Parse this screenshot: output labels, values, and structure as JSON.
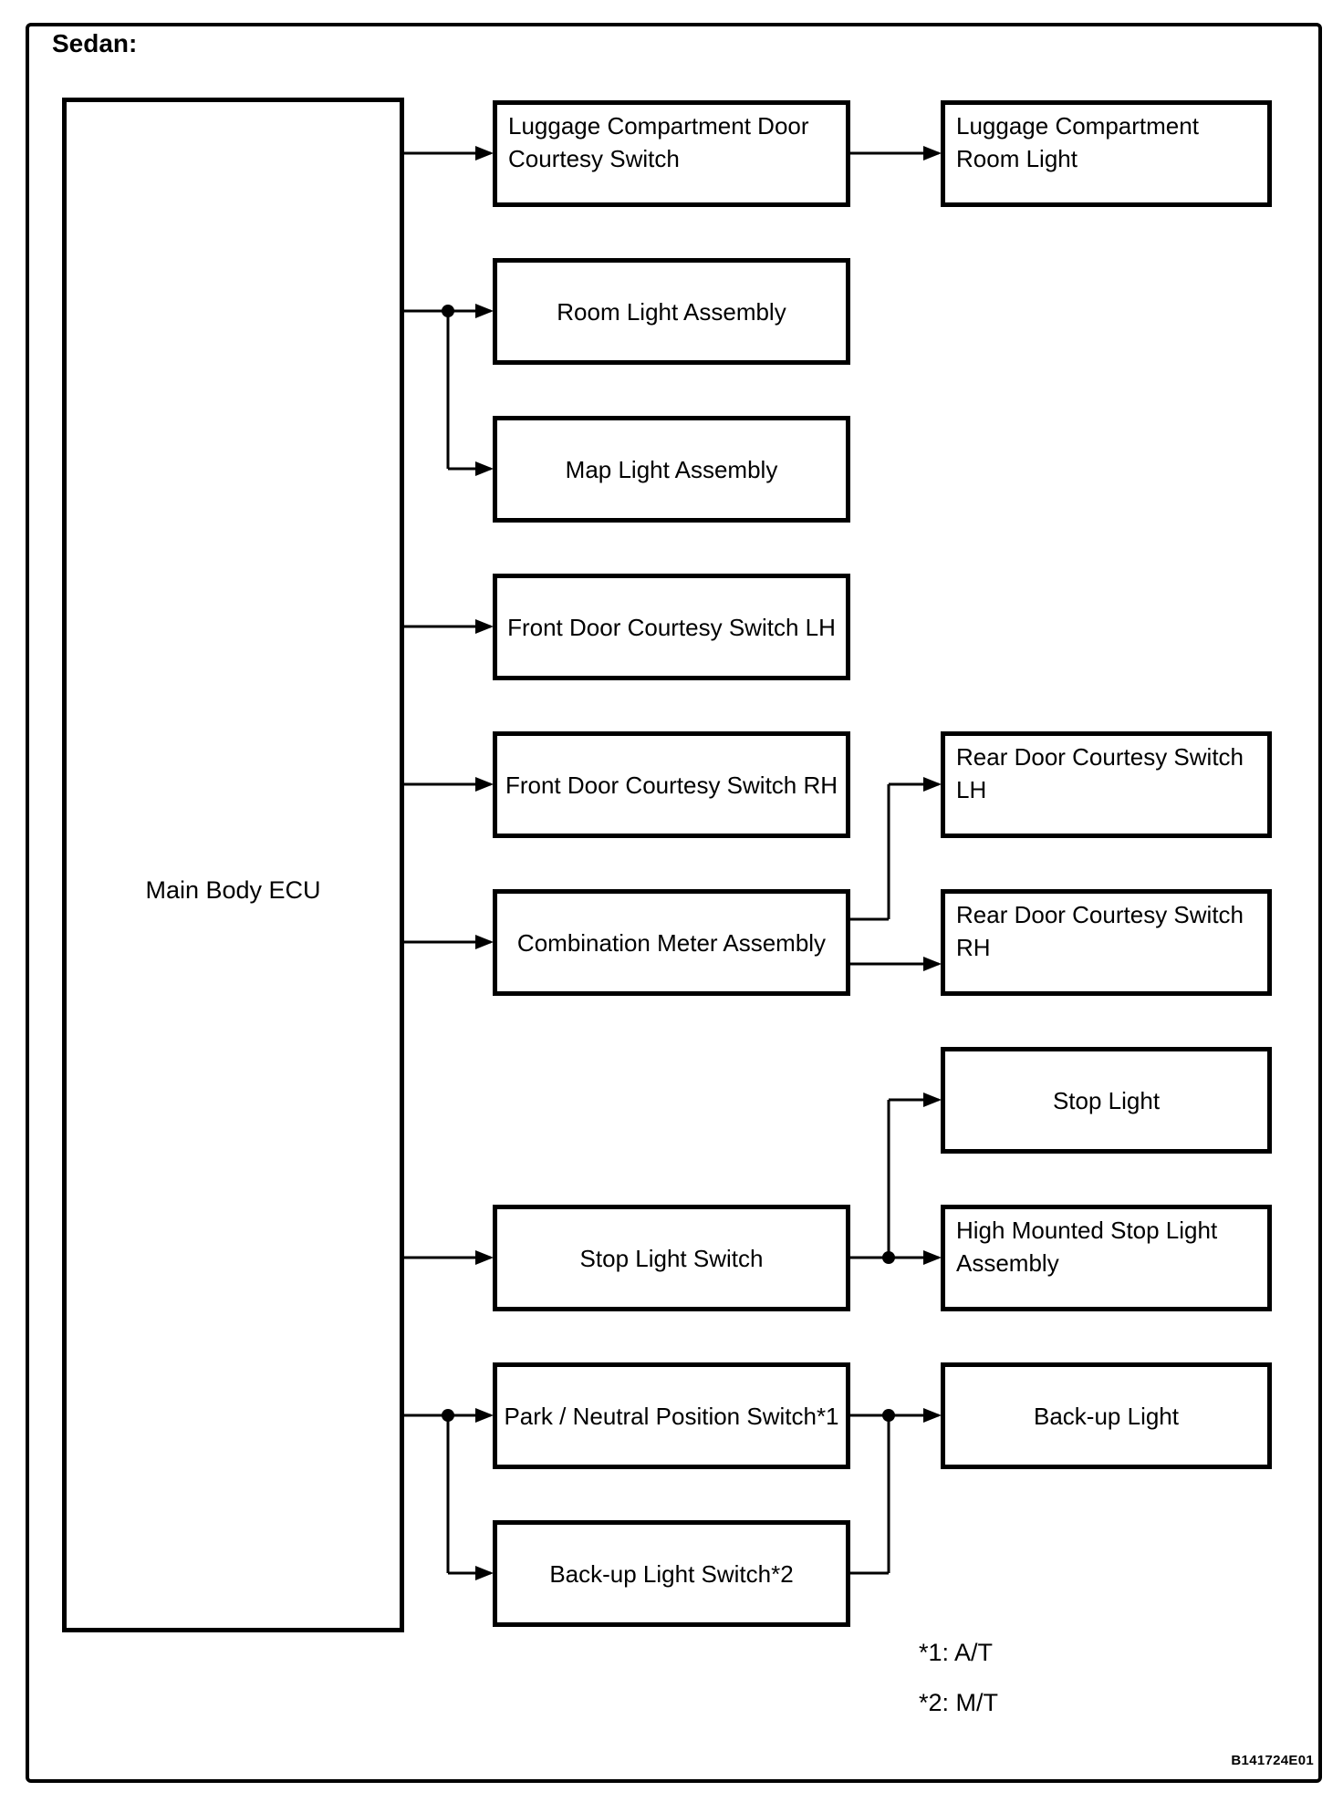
{
  "title": "Sedan:",
  "figure_code": "B141724E01",
  "footnotes": [
    {
      "text": "*1: A/T"
    },
    {
      "text": "*2: M/T"
    }
  ],
  "nodes": {
    "ecu": {
      "label": "Main Body ECU"
    },
    "luggage_courtesy_switch": {
      "label": "Luggage Compartment Door\nCourtesy Switch"
    },
    "luggage_room_light": {
      "label": "Luggage Compartment\nRoom Light"
    },
    "room_light": {
      "label": "Room Light Assembly"
    },
    "map_light": {
      "label": "Map Light Assembly"
    },
    "front_door_lh": {
      "label": "Front Door Courtesy Switch LH"
    },
    "front_door_rh": {
      "label": "Front Door Courtesy Switch RH"
    },
    "combination_meter": {
      "label": "Combination Meter Assembly"
    },
    "rear_door_lh": {
      "label": "Rear Door Courtesy Switch\nLH"
    },
    "rear_door_rh": {
      "label": "Rear Door Courtesy Switch\nRH"
    },
    "stop_light": {
      "label": "Stop Light"
    },
    "stop_light_switch": {
      "label": "Stop Light Switch"
    },
    "high_mounted_stop_light": {
      "label": "High Mounted Stop Light\nAssembly"
    },
    "park_neutral_switch": {
      "label": "Park / Neutral Position Switch*1"
    },
    "backup_light": {
      "label": "Back-up Light"
    },
    "backup_light_switch": {
      "label": "Back-up Light Switch*2"
    }
  },
  "edges": [
    {
      "from": "Main Body ECU",
      "to": "Luggage Compartment Door Courtesy Switch"
    },
    {
      "from": "Luggage Compartment Door Courtesy Switch",
      "to": "Luggage Compartment Room Light"
    },
    {
      "from": "Main Body ECU",
      "to": "Room Light Assembly"
    },
    {
      "from": "Main Body ECU",
      "to": "Map Light Assembly"
    },
    {
      "from": "Main Body ECU",
      "to": "Front Door Courtesy Switch LH"
    },
    {
      "from": "Main Body ECU",
      "to": "Front Door Courtesy Switch RH"
    },
    {
      "from": "Main Body ECU",
      "to": "Combination Meter Assembly"
    },
    {
      "from": "Combination Meter Assembly",
      "to": "Rear Door Courtesy Switch LH"
    },
    {
      "from": "Combination Meter Assembly",
      "to": "Rear Door Courtesy Switch RH"
    },
    {
      "from": "Main Body ECU",
      "to": "Stop Light Switch"
    },
    {
      "from": "Stop Light Switch",
      "to": "Stop Light"
    },
    {
      "from": "Stop Light Switch",
      "to": "High Mounted Stop Light Assembly"
    },
    {
      "from": "Main Body ECU",
      "to": "Park / Neutral Position Switch*1"
    },
    {
      "from": "Main Body ECU",
      "to": "Back-up Light Switch*2"
    },
    {
      "from": "Park / Neutral Position Switch*1",
      "to": "Back-up Light"
    },
    {
      "from": "Back-up Light Switch*2",
      "to": "Back-up Light"
    }
  ],
  "colors": {
    "line": "#000000",
    "background": "#ffffff",
    "text": "#000000"
  }
}
